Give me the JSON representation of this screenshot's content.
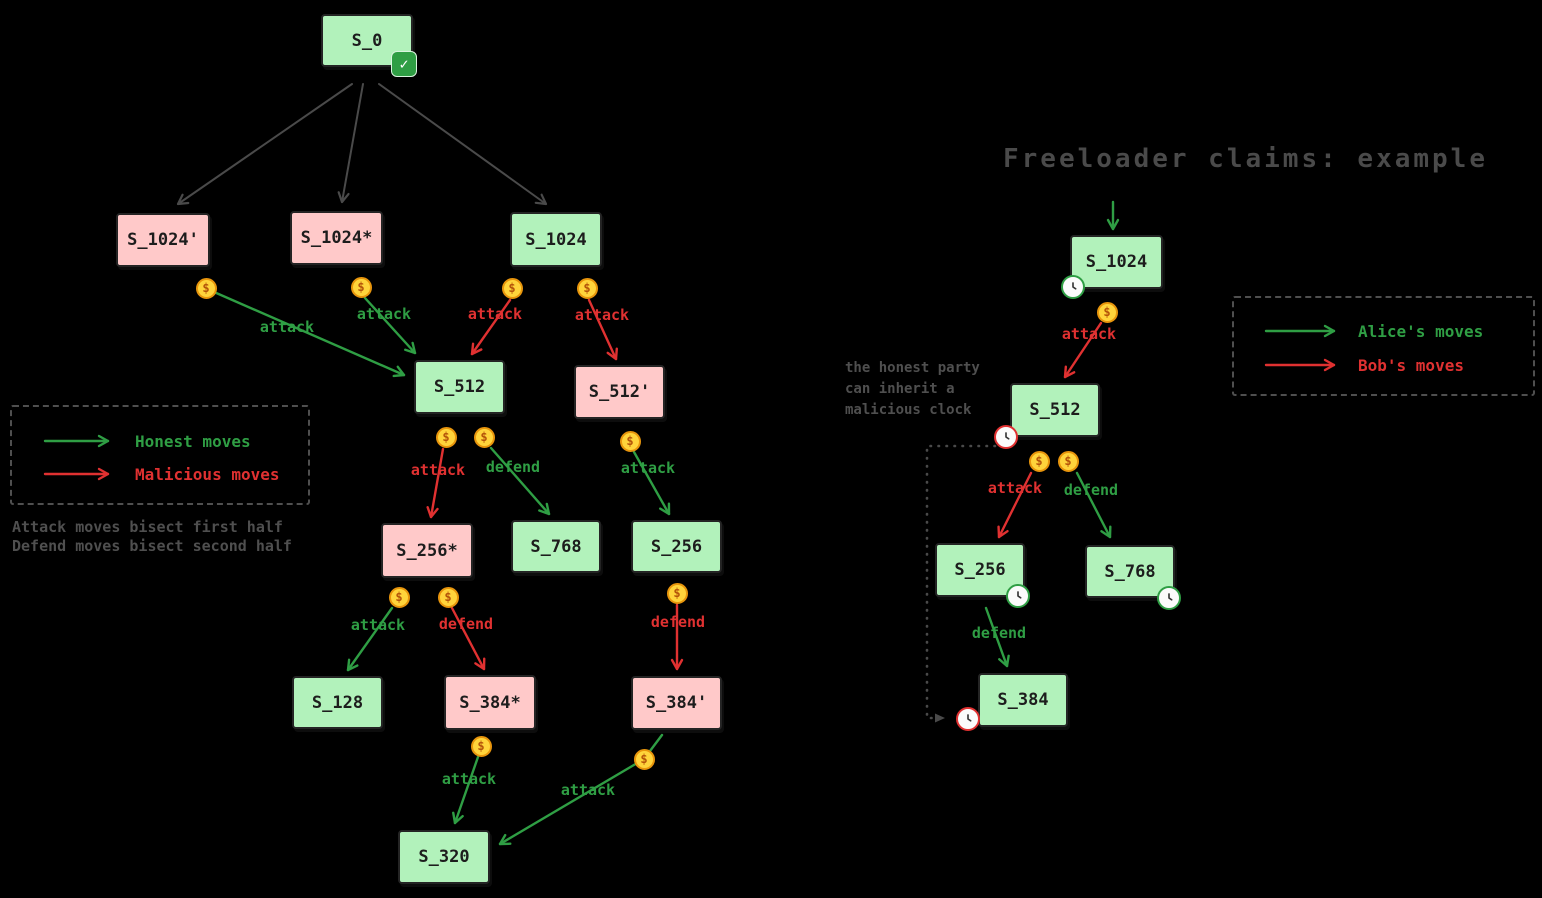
{
  "title": "Freeloader claims: example",
  "colors": {
    "honest_green": "#2f9e44",
    "malicious_red": "#e03131",
    "node_green_fill": "#b2f2bb",
    "node_pink_fill": "#ffc9c9",
    "coin_gold": "#e8950c",
    "muted_gray": "#4a4a4a"
  },
  "icons": {
    "coin": "$",
    "check": "✓"
  },
  "legend_left": {
    "honest": "Honest moves",
    "malicious": "Malicious moves"
  },
  "legend_right": {
    "alice": "Alice's moves",
    "bob": "Bob's moves"
  },
  "notes": {
    "attack": "Attack moves bisect first half",
    "defend": "Defend moves bisect second half",
    "inherit1": "the honest party",
    "inherit2": "can inherit a",
    "inherit3": "malicious clock"
  },
  "left": {
    "nodes": {
      "s0": "S_0",
      "s1024p": "S_1024'",
      "s1024s": "S_1024*",
      "s1024": "S_1024",
      "s512": "S_512",
      "s512p": "S_512'",
      "s256s": "S_256*",
      "s768": "S_768",
      "s256": "S_256",
      "s128": "S_128",
      "s384s": "S_384*",
      "s384p": "S_384'",
      "s320": "S_320"
    },
    "edges": {
      "e1": "attack",
      "e2": "attack",
      "e3": "attack",
      "e4": "attack",
      "e5": "attack",
      "e6": "defend",
      "e7": "attack",
      "e8": "attack",
      "e9": "defend",
      "e10": "defend",
      "e11": "attack",
      "e12": "attack"
    }
  },
  "right": {
    "nodes": {
      "s1024": "S_1024",
      "s512": "S_512",
      "s256": "S_256",
      "s768": "S_768",
      "s384": "S_384"
    },
    "edges": {
      "r1": "attack",
      "r2": "attack",
      "r3": "defend",
      "r4": "defend"
    }
  }
}
